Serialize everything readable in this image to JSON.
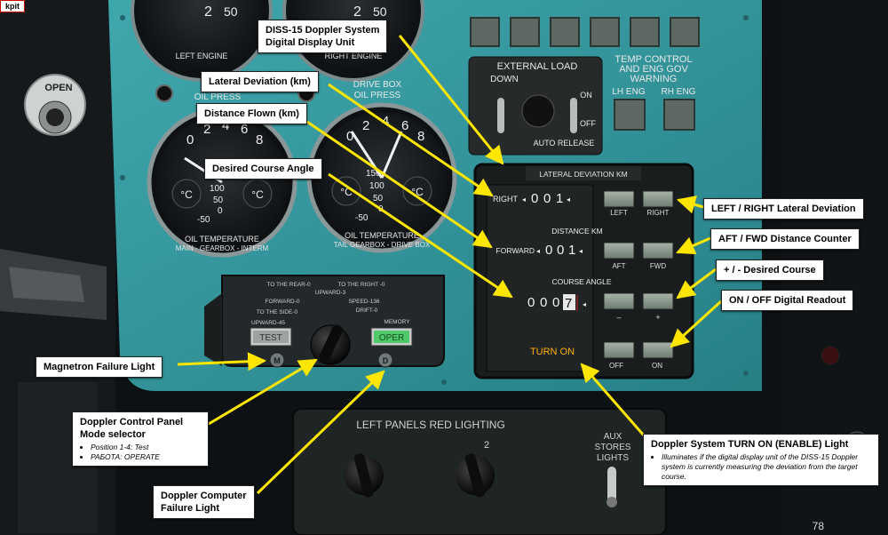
{
  "corner_tag": "kpit",
  "page_number": "78",
  "gauges": {
    "top_left_label": "LEFT ENGINE",
    "top_right_label": "RIGHT ENGINE",
    "oil_temp_left_ring": "OIL TEMPERATURE",
    "oil_temp_left_sub": "MAIN - GEARBOX - INTERM",
    "oil_temp_right_ring": "OIL TEMPERATURE",
    "oil_temp_right_sub": "TAIL GEARBOX - DRIVE BOX",
    "main_oil_press": "OIL PRESS",
    "drive_box_oil_press_1": "DRIVE BOX",
    "drive_box_oil_press_2": "OIL PRESS",
    "celsius": "°C",
    "left_numbers_top": [
      "0",
      "2",
      "4",
      "6",
      "8"
    ],
    "right_numbers_top": [
      "0",
      "2",
      "4",
      "6",
      "8"
    ],
    "temp_scale": [
      "150",
      "100",
      "50",
      "0",
      "-50"
    ],
    "top_gauge_numbers": [
      "2",
      "50",
      "2",
      "50"
    ]
  },
  "open_knob": "OPEN",
  "external_load": {
    "title": "EXTERNAL LOAD",
    "down": "DOWN",
    "on": "ON",
    "off": "OFF",
    "auto_release": "AUTO RELEASE"
  },
  "temp_control": {
    "title_1": "TEMP CONTROL",
    "title_2": "AND ENG GOV",
    "title_3": "WARNING",
    "lh": "LH ENG",
    "rh": "RH ENG"
  },
  "diss": {
    "header": "LATERAL DEVIATION KM",
    "right_label": "RIGHT",
    "lateral_digits": [
      "0",
      "0",
      "1"
    ],
    "distance_label": "DISTANCE KM",
    "forward_label": "FORWARD",
    "distance_digits": [
      "0",
      "0",
      "1"
    ],
    "course_label": "COURSE ANGLE",
    "course_digits": [
      "0",
      "0",
      "0",
      "7"
    ],
    "turn_on": "TURN ON",
    "buttons": [
      "LEFT",
      "RIGHT",
      "AFT",
      "FWD",
      "–",
      "+",
      "OFF",
      "ON"
    ]
  },
  "doppler_control": {
    "top_1": "TO THE REAR-0",
    "top_2": "TO THE RIGHT -0",
    "top_3": "UPWARD-3",
    "forward": "FORWARD-0",
    "side": "TO THE SIDE-0",
    "upward45": "UPWARD-45",
    "speed": "SPEED-136",
    "drift": "DRIFT-0",
    "memory": "MEMORY",
    "test": "TEST",
    "oper": "OPER",
    "m_light": "M",
    "d_light": "D"
  },
  "lower_panel": {
    "title": "LEFT PANELS RED LIGHTING",
    "aux_1": "AUX",
    "aux_2": "STORES",
    "aux_3": "LIGHTS",
    "mark": "2"
  },
  "callouts": {
    "diss_unit_1": "DISS-15 Doppler System",
    "diss_unit_2": "Digital Display Unit",
    "lateral": "Lateral Deviation (km)",
    "distance": "Distance Flown (km)",
    "course": "Desired Course Angle",
    "left_right": "LEFT / RIGHT Lateral Deviation",
    "aft_fwd": "AFT / FWD Distance Counter",
    "plus_minus": "+ / - Desired Course",
    "on_off": "ON / OFF Digital Readout",
    "magnetron": "Magnetron Failure Light",
    "mode_1": "Doppler Control Panel",
    "mode_2": "Mode selector",
    "mode_bullet_1": "Position 1-4: Test",
    "mode_bullet_2": "РАБОТА: OPERATE",
    "computer_1": "Doppler Computer",
    "computer_2": "Failure Light",
    "turn_on_title": "Doppler System TURN ON (ENABLE) Light",
    "turn_on_desc": "Illuminates if the digital display unit of the DISS-15 Doppler system is currently measuring the deviation from the target course."
  }
}
